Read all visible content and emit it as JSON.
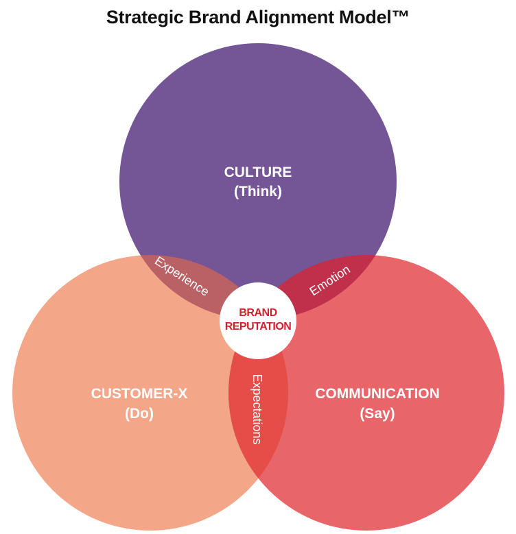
{
  "title": "Strategic Brand Alignment Model™",
  "circles": {
    "culture": {
      "label": "CULTURE",
      "sub": "(Think)",
      "color": "#745596"
    },
    "customer": {
      "label": "CUSTOMER-X",
      "sub": "(Do)",
      "color": "#F4A688"
    },
    "communication": {
      "label": "COMMUNICATION",
      "sub": "(Say)",
      "color": "#E8656A"
    }
  },
  "overlaps": {
    "experience": {
      "label": "Experience",
      "color": "#BA6166"
    },
    "emotion": {
      "label": "Emotion",
      "color": "#C0304A"
    },
    "expectations": {
      "label": "Expectations",
      "color": "#E54E48"
    }
  },
  "center": {
    "line1": "BRAND",
    "line2": "REPUTATION",
    "text_color": "#D0202A"
  }
}
